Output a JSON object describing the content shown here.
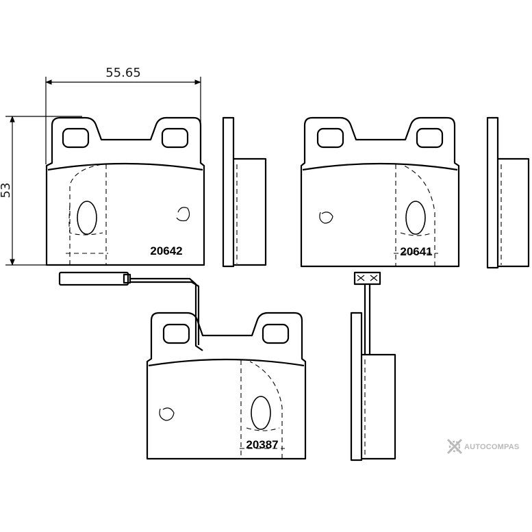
{
  "dimensions": {
    "width_label": "55.65",
    "height_label": "53"
  },
  "parts": [
    {
      "part_number": "20642"
    },
    {
      "part_number": "20641"
    },
    {
      "part_number": "20387"
    }
  ],
  "watermark": {
    "text": "AUTOCOMPAS",
    "icon": "gear-cross-logo-icon",
    "color": "#b9b9b9"
  }
}
